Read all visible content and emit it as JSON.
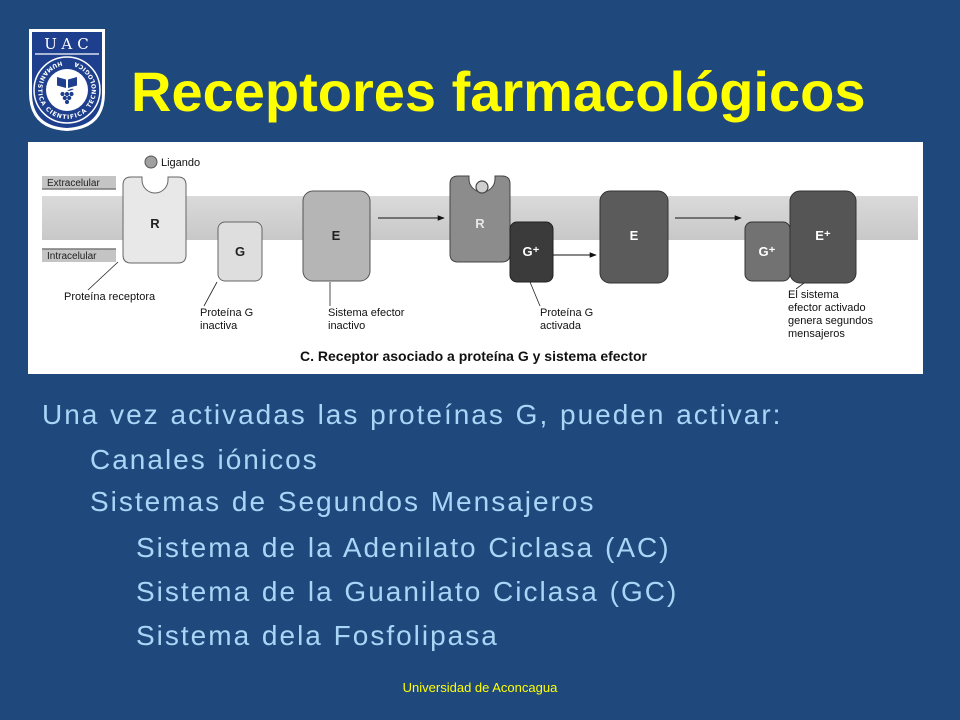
{
  "slide": {
    "title": "Receptores farmacológicos",
    "footer": "Universidad de Aconcagua",
    "colors": {
      "background": "#1f497d",
      "title": "#ffff00",
      "body_text": "#a9d6f7",
      "footer": "#ffff00"
    }
  },
  "logo": {
    "acronym": "UAC",
    "ring_text": "HUMANISTICA CIENTIFICA TECNOLOGICA"
  },
  "diagram": {
    "membrane": {
      "extracellular": "Extracelular",
      "intracellular": "Intracelular"
    },
    "ligand": "Ligando",
    "components": {
      "receptor_inactive": "R",
      "g_protein_inactive": "G",
      "effector_inactive": "E",
      "receptor_bound": "R",
      "g_protein_active": "G⁺",
      "effector_activating": "E",
      "g_protein_active_2": "G⁺",
      "effector_active": "E⁺"
    },
    "labels": {
      "receptor_protein": "Proteína receptora",
      "g_protein_inactive": [
        "Proteína G",
        "inactiva"
      ],
      "effector_inactive": [
        "Sistema efector",
        "inactivo"
      ],
      "g_protein_active": [
        "Proteína G",
        "activada"
      ],
      "effector_active": [
        "El sistema",
        "efector activado",
        "genera segundos",
        "mensajeros"
      ]
    },
    "caption": "C. Receptor asociado a proteína G y sistema efector"
  },
  "body": {
    "intro": "Una vez activadas las proteínas G, pueden activar:",
    "items": [
      {
        "text": "Canales iónicos"
      },
      {
        "text": "Sistemas de Segundos Mensajeros",
        "subitems": [
          "Sistema de la Adenilato Ciclasa (AC)",
          "Sistema de la Guanilato Ciclasa (GC)",
          "Sistema dela Fosfolipasa"
        ]
      }
    ]
  }
}
